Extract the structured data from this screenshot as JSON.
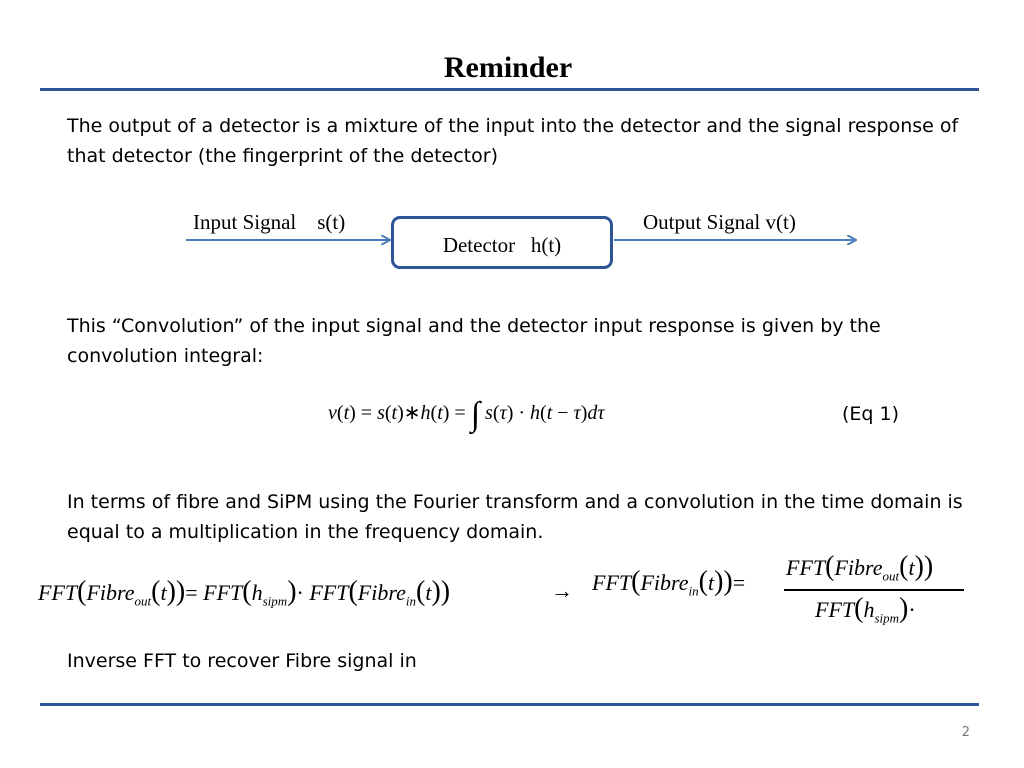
{
  "slide": {
    "title": "Reminder",
    "intro": "The output of a detector is a mixture of the input into the detector and the signal response of that detector (the fingerprint of the detector)",
    "conv_text": "This “Convolution” of the input signal and the detector input response is given by the convolution integral:",
    "eq1_label": "(Eq 1)",
    "fourier_text": "In terms of fibre and SiPM using  the Fourier transform and a convolution in the time domain is equal to a multiplication in the frequency domain.",
    "inverse_text": "Inverse FFT to recover Fibre signal in",
    "page_number": "2"
  },
  "diagram": {
    "input_label": "Input Signal    s(t)",
    "output_label": "Output Signal v(t)",
    "detector_label": "Detector   h(t)"
  },
  "colors": {
    "accent": "#2f5597",
    "arrow": "#4a7ebb"
  }
}
